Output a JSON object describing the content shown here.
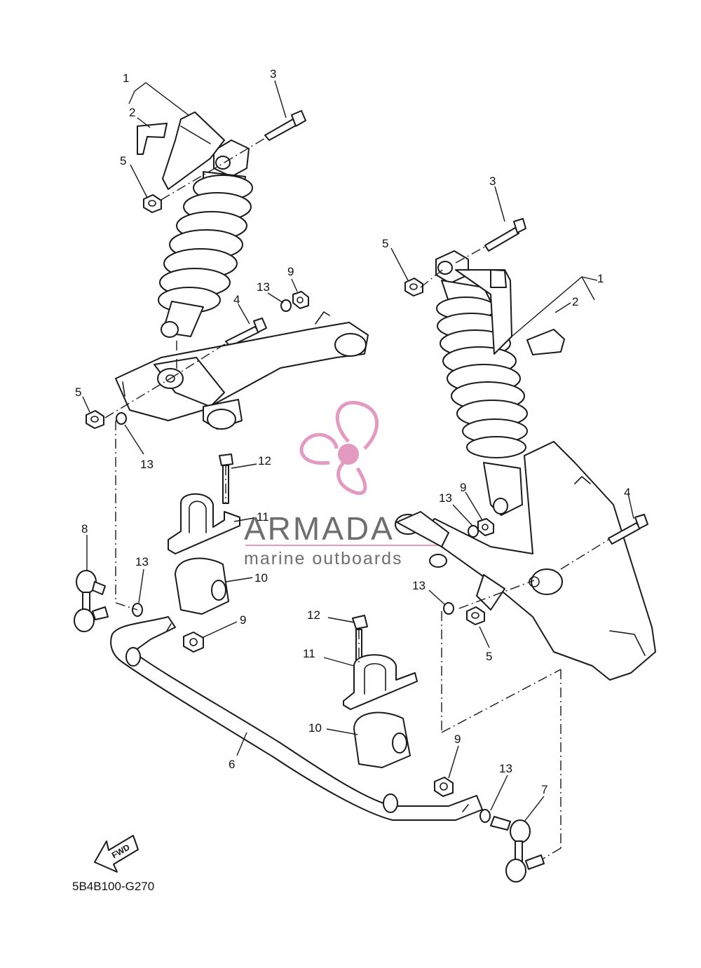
{
  "diagram_code": "5B4B100-G270",
  "fwd_label": "FWD",
  "watermark": {
    "name": "ARMADA",
    "tagline": "marine outboards",
    "color": "#e49ac0"
  },
  "callouts": {
    "left_shock": "1",
    "left_guard": "2",
    "left_upper_bolt": "3",
    "left_upper_nut": "5",
    "left_lower_bolt": "4",
    "left_washer_upper": "13",
    "left_nut_upper": "9",
    "left_arm_nut": "5",
    "left_arm_washer": "13",
    "bracket_bolt_a": "12",
    "bracket_a": "11",
    "bushing_a": "10",
    "link_left": "8",
    "washer_link_left": "13",
    "nut_link_left": "9",
    "stabilizer": "6",
    "bracket_bolt_b": "12",
    "bracket_b": "11",
    "bushing_b": "10",
    "right_upper_bolt": "3",
    "right_upper_nut": "5",
    "right_shock": "1",
    "right_guard": "2",
    "right_lower_bolt": "4",
    "right_washer_lower": "13",
    "right_nut_lower": "9",
    "right_arm_washer": "13",
    "right_arm_nut": "5",
    "nut_link_right": "9",
    "washer_link_right": "13",
    "link_right": "7"
  }
}
